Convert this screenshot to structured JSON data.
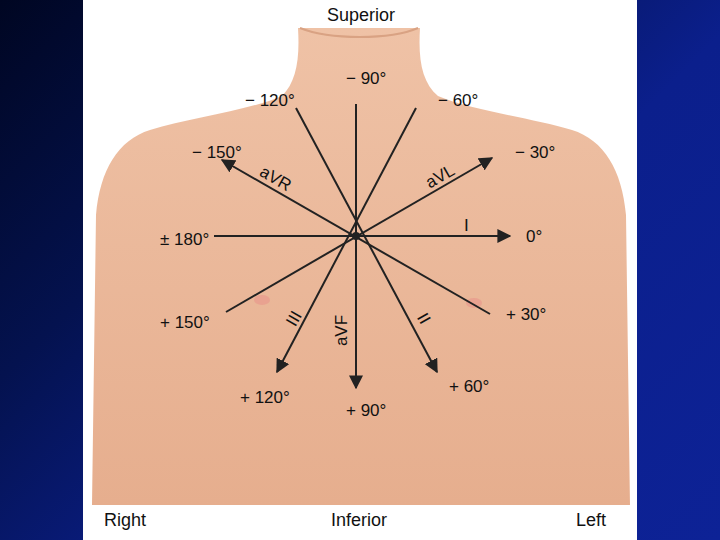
{
  "diagram": {
    "labels": [
      "Superior",
      "− 90°",
      "− 120°",
      "− 60°",
      "− 150°",
      "aVR",
      "aVL",
      "− 30°",
      "± 180°",
      "I",
      "0°",
      "+ 150°",
      "III",
      "aVF",
      "II",
      "+ 30°",
      "+ 120°",
      "+ 90°",
      "+ 60°",
      "Right",
      "Inferior",
      "Left"
    ]
  }
}
